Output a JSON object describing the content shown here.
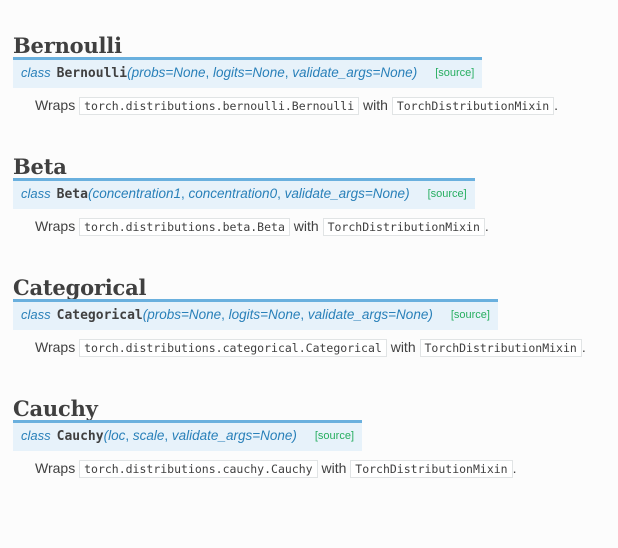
{
  "page": {
    "background": "#fcfcfc",
    "text_color": "#404040",
    "accent_border": "#6ab0de",
    "sig_background": "#e7f2fa",
    "param_color": "#2980b9",
    "source_link_color": "#27ae60",
    "literal_border": "#e1e4e5"
  },
  "sections": [
    {
      "heading": "Bernoulli",
      "signature": {
        "prename": "class",
        "name": "Bernoulli",
        "open_paren": "(",
        "params": [
          "probs=None",
          "logits=None",
          "validate_args=None"
        ],
        "close_paren": ")",
        "source_label": "[source]"
      },
      "description": {
        "lead": "Wraps",
        "wrapped_class": "torch.distributions.bernoulli.Bernoulli",
        "conjunction": "with",
        "mixin": "TorchDistributionMixin",
        "period": "."
      }
    },
    {
      "heading": "Beta",
      "signature": {
        "prename": "class",
        "name": "Beta",
        "open_paren": "(",
        "params": [
          "concentration1",
          "concentration0",
          "validate_args=None"
        ],
        "close_paren": ")",
        "source_label": "[source]"
      },
      "description": {
        "lead": "Wraps",
        "wrapped_class": "torch.distributions.beta.Beta",
        "conjunction": "with",
        "mixin": "TorchDistributionMixin",
        "period": "."
      }
    },
    {
      "heading": "Categorical",
      "signature": {
        "prename": "class",
        "name": "Categorical",
        "open_paren": "(",
        "params": [
          "probs=None",
          "logits=None",
          "validate_args=None"
        ],
        "close_paren": ")",
        "source_label": "[source]"
      },
      "description": {
        "lead": "Wraps",
        "wrapped_class": "torch.distributions.categorical.Categorical",
        "conjunction": "with",
        "mixin": "TorchDistributionMixin",
        "period": "."
      }
    },
    {
      "heading": "Cauchy",
      "signature": {
        "prename": "class",
        "name": "Cauchy",
        "open_paren": "(",
        "params": [
          "loc",
          "scale",
          "validate_args=None"
        ],
        "close_paren": ")",
        "source_label": "[source]"
      },
      "description": {
        "lead": "Wraps",
        "wrapped_class": "torch.distributions.cauchy.Cauchy",
        "conjunction": "with",
        "mixin": "TorchDistributionMixin",
        "period": "."
      }
    }
  ]
}
